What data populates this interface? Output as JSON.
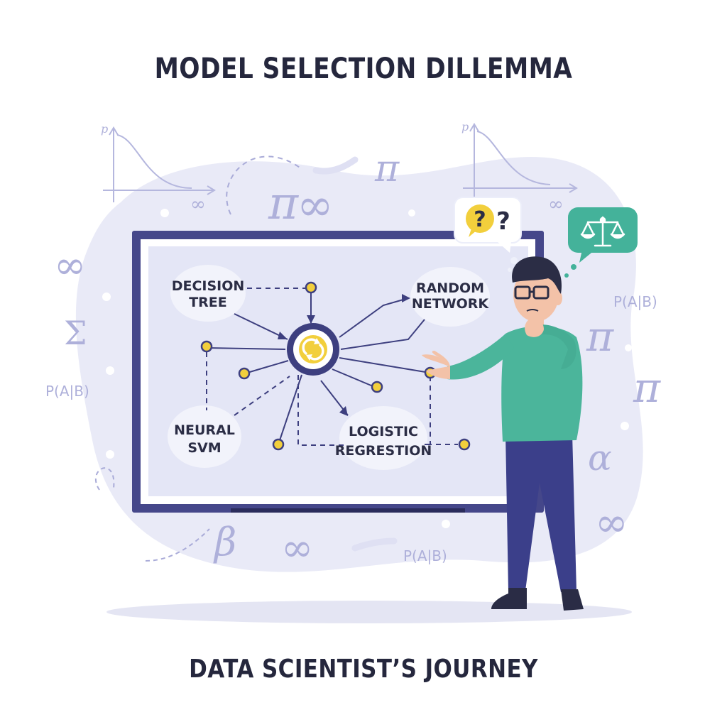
{
  "title": "MODEL SELECTION DILLEMMA",
  "subtitle": "DATA SCIENTIST’S JOURNEY",
  "nodes": {
    "decision_tree": [
      "DECISION",
      "TREE"
    ],
    "random_network": [
      "RANDOM",
      "NETWORK"
    ],
    "neural_svm": [
      "NEURAL",
      "SVM"
    ],
    "logistic_regression": [
      "LOGISTIC",
      "REGRESTION"
    ]
  },
  "symbols": {
    "pi": "π",
    "infinity": "∞",
    "sigma": "Σ",
    "alpha": "α",
    "beta": "β",
    "p_axis": "p",
    "prob": "P(A|B)"
  },
  "bubbles": {
    "question": "?",
    "question2": "?"
  },
  "icons": {
    "hub": "refresh-icon",
    "scale": "balance-scale-icon"
  },
  "colors": {
    "accent_yellow": "#f2cf3c",
    "navy": "#3d3f7f",
    "teal": "#46b59a",
    "bubble_green": "#44b29a",
    "blob": "#e8e9f7"
  }
}
